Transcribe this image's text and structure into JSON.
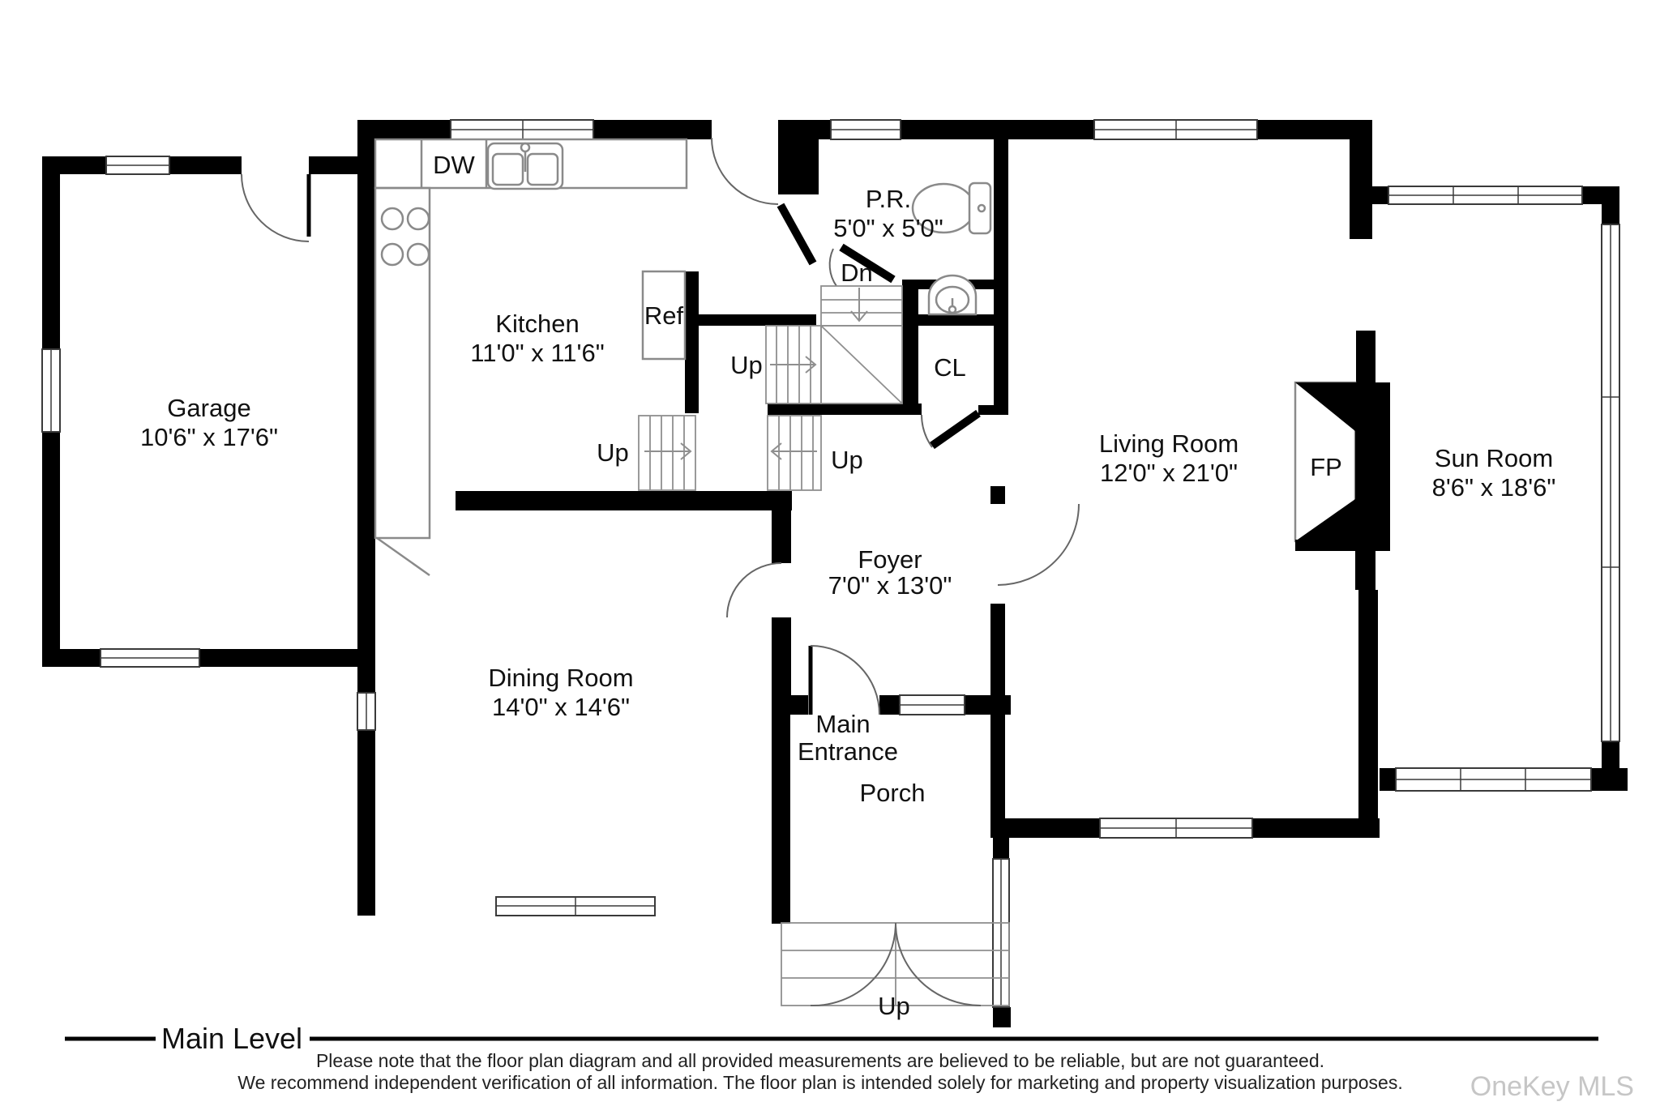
{
  "plan": {
    "rooms": [
      {
        "name": "Garage",
        "dims": "10'6\" x 17'6\""
      },
      {
        "name": "Kitchen",
        "dims": "11'0\" x 11'6\""
      },
      {
        "name": "P.R.",
        "dims": "5'0\" x 5'0\""
      },
      {
        "name": "Living Room",
        "dims": "12'0\" x 21'0\""
      },
      {
        "name": "Sun Room",
        "dims": "8'6\" x 18'6\""
      },
      {
        "name": "Dining Room",
        "dims": "14'0\" x 14'6\""
      },
      {
        "name": "Foyer",
        "dims": "7'0\" x 13'0\""
      }
    ],
    "appliances": {
      "dishwasher": "DW",
      "refrigerator": "Ref"
    },
    "closet": "CL",
    "fireplace": "FP",
    "stairs": {
      "down": "Dn",
      "up_center": "Up",
      "up_left": "Up",
      "up_right": "Up",
      "up_porch": "Up"
    },
    "entrance": {
      "main_line1": "Main",
      "main_line2": "Entrance",
      "porch": "Porch"
    }
  },
  "footer": {
    "level_label": "Main Level",
    "disclaimer_line1": "Please note that the floor plan diagram and all provided measurements are believed to be reliable, but are not guaranteed.",
    "disclaimer_line2": "We recommend independent verification of all information. The floor plan is intended solely for marketing and property visualization purposes.",
    "watermark": "OneKey MLS"
  },
  "colors": {
    "wall": "#000000",
    "window_line": "#3a3a3a",
    "fixture_line": "#8a8a8a",
    "text": "#111111",
    "watermark": "#c6c6c6",
    "background": "#ffffff"
  }
}
